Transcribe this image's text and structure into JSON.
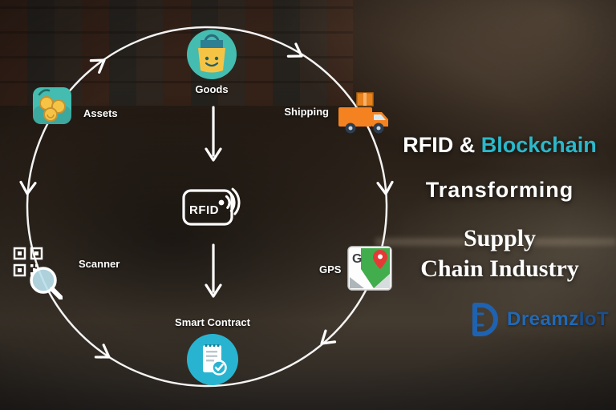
{
  "title": {
    "line1_white": "RFID &",
    "line1_accent": "Blockchain",
    "line2": "Transforming",
    "line3": "Supply",
    "line4": "Chain Industry"
  },
  "logo": {
    "mark": "D",
    "part1": "Dreamz",
    "part2": "IoT"
  },
  "diagram": {
    "center_label": "RFID",
    "nodes": [
      {
        "id": "goods",
        "label": "Goods"
      },
      {
        "id": "shipping",
        "label": "Shipping"
      },
      {
        "id": "gps",
        "label": "GPS"
      },
      {
        "id": "smart_contract",
        "label": "Smart Contract"
      },
      {
        "id": "scanner",
        "label": "Scanner"
      },
      {
        "id": "assets",
        "label": "Assets"
      }
    ]
  },
  "colors": {
    "accent_cyan": "#2ab9cb",
    "node_teal": "#45bcb0",
    "truck_orange": "#f58220",
    "coin_gold": "#f6c445",
    "map_green": "#41ad4c",
    "pin_red": "#e53935",
    "contract_cyan": "#28b4d0",
    "logo_blue": "#1f62b0",
    "arrow_white": "#ffffff"
  }
}
